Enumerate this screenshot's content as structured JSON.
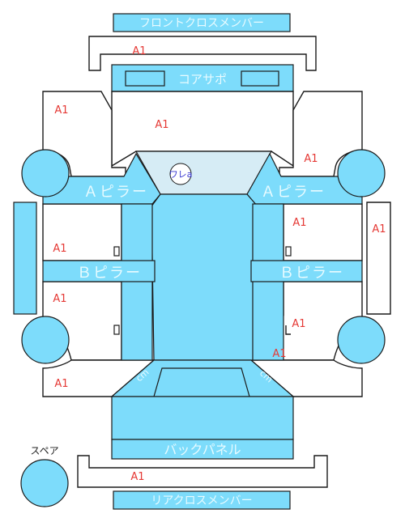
{
  "labels": {
    "front_cross_member": "フロントクロスメンバー",
    "core_support": "コアサポ",
    "a_pillar_left": "Ａピラー",
    "a_pillar_right": "Ａピラー",
    "b_pillar_left": "Ｂピラー",
    "b_pillar_right": "Ｂピラー",
    "back_panel": "バックパネル",
    "rear_cross_member": "リアクロスメンバー",
    "spare": "スペア",
    "windshield_note": "ワレa",
    "rear_left_tag": "cm",
    "rear_right_tag": "cm"
  },
  "marks": {
    "front_cross": "A1",
    "left_fender": "A1",
    "hood": "A1",
    "right_fender": "A1",
    "right_front_door": "A1",
    "right_edge": "A1",
    "left_front_door": "A1",
    "left_rear_door": "A1",
    "right_rear_door": "A1",
    "right_quarter": "A1",
    "left_quarter": "A1",
    "rear_cross": "A1"
  },
  "colors": {
    "panel": "#7ddcfb",
    "glass": "#d6ecf5",
    "mark": "#e53935",
    "label": "#e8fbff",
    "note": "#3a3ad0"
  }
}
